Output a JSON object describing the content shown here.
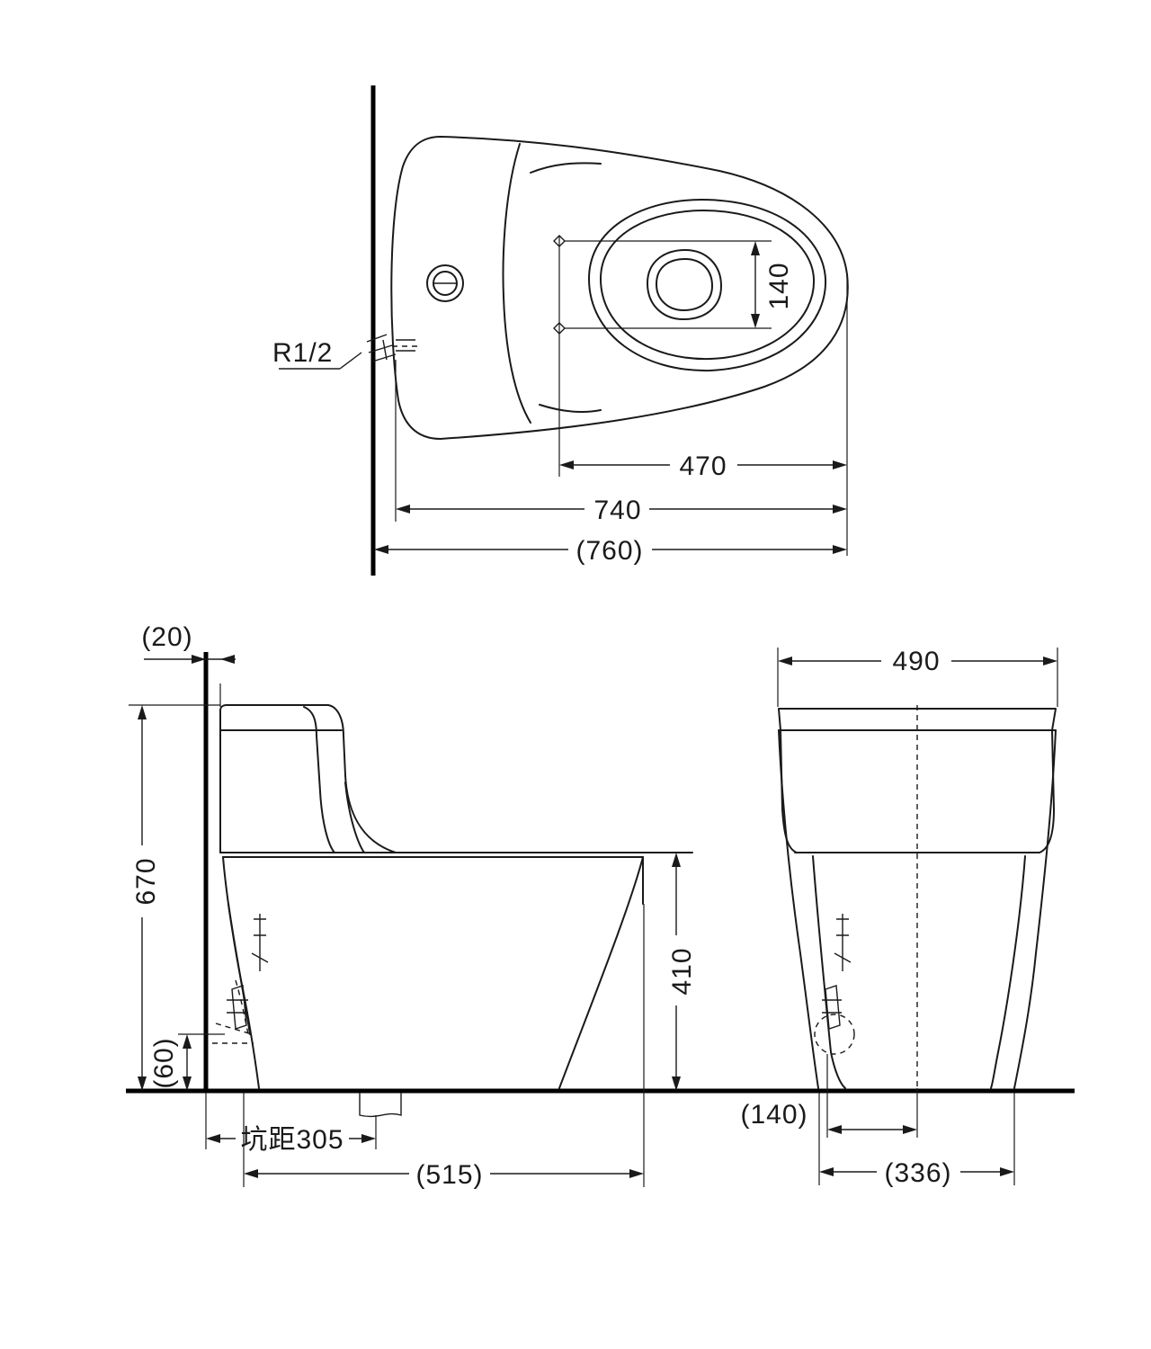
{
  "dimensions": {
    "top_view": {
      "depth_740": "740",
      "depth_total_760": "(760)",
      "bowl_to_front_470": "470",
      "bolt_spacing_140": "140",
      "supply_thread": "R1/2"
    },
    "side_view": {
      "wall_gap_20": "(20)",
      "overall_height_670": "670",
      "seat_height_410": "410",
      "supply_height_60": "(60)",
      "rough_in_305": "坑距305",
      "base_length_515": "(515)"
    },
    "front_view": {
      "width_490": "490",
      "supply_offset_140": "(140)",
      "base_width_336": "(336)"
    }
  }
}
